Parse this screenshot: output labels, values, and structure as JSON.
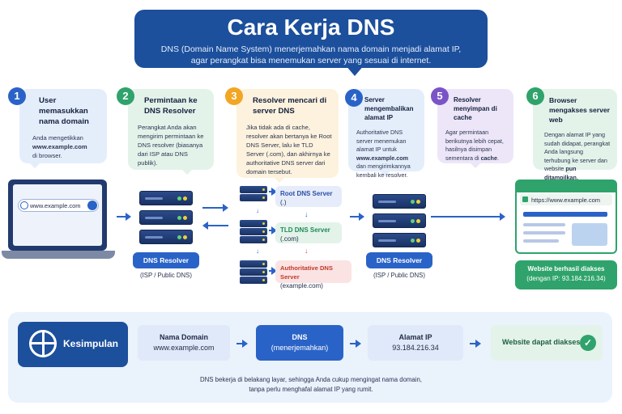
{
  "title": "Cara Kerja DNS",
  "subtitle_line1": "DNS (Domain Name System) menerjemahkan nama domain menjadi alamat IP,",
  "subtitle_line2": "agar perangkat bisa menemukan server yang sesuai di internet.",
  "colors": {
    "primary": "#1c4f9c",
    "accent": "#2a63c7",
    "success": "#2fa36b",
    "step1": "#2a63c7",
    "step2": "#2fa36b",
    "step3": "#f2a623",
    "step4": "#2a63c7",
    "step5": "#7a54c7",
    "step6": "#2fa36b"
  },
  "steps": [
    {
      "num": "1",
      "title": "User memasukkan nama domain",
      "text_a": "Anda mengetikkan",
      "text_b": "www.example.com",
      "text_c": "di browser."
    },
    {
      "num": "2",
      "title": "Permintaan ke DNS Resolver",
      "text": "Perangkat Anda akan mengirim permintaan ke DNS resolver (biasanya dari ISP atau DNS publik)."
    },
    {
      "num": "3",
      "title": "Resolver mencari di server DNS",
      "text": "Jika tidak ada di cache, resolver akan bertanya ke Root DNS Server, lalu ke TLD Server (.com), dan akhirnya ke authoritative DNS server dari domain tersebut."
    },
    {
      "num": "4",
      "title": "Server mengembalikan alamat IP",
      "text_a": "Authoritative DNS server menemukan alamat IP untuk",
      "text_b": "www.example.com",
      "text_c": "dan mengirimkannya kembali ke resolver."
    },
    {
      "num": "5",
      "title": "Resolver menyimpan di cache",
      "text_a": "Agar permintaan berikutnya lebih cepat, hasilnya disimpan sementara di",
      "text_b": "cache",
      "text_c": "."
    },
    {
      "num": "6",
      "title": "Browser mengakses server web",
      "text_a": "Dengan alamat IP yang sudah didapat, perangkat Anda langsung terhubung ke server dan website",
      "text_b": "pun ditampilkan."
    }
  ],
  "laptop_url": "www.example.com",
  "resolver_label": "DNS Resolver",
  "resolver_caption": "(ISP / Public DNS)",
  "root": {
    "name": "Root DNS Server",
    "sub": "(.)"
  },
  "tld": {
    "name": "TLD DNS Server",
    "sub": "(.com)"
  },
  "auth": {
    "name": "Authoritative DNS Server",
    "sub": "(example.com)"
  },
  "browser_url": "https://www.example.com",
  "success_line1": "Website berhasil diakses",
  "success_line2": "(dengan IP: 93.184.216.34)",
  "conclusion": {
    "label": "Kesimpulan",
    "domain_title": "Nama Domain",
    "domain_value": "www.example.com",
    "dns_title": "DNS",
    "dns_value": "(menerjemahkan)",
    "ip_title": "Alamat IP",
    "ip_value": "93.184.216.34",
    "result": "Website dapat diakses",
    "note_line1": "DNS bekerja di belakang layar, sehingga Anda cukup mengingat nama domain,",
    "note_line2": "tanpa perlu menghafal alamat IP yang rumit."
  }
}
